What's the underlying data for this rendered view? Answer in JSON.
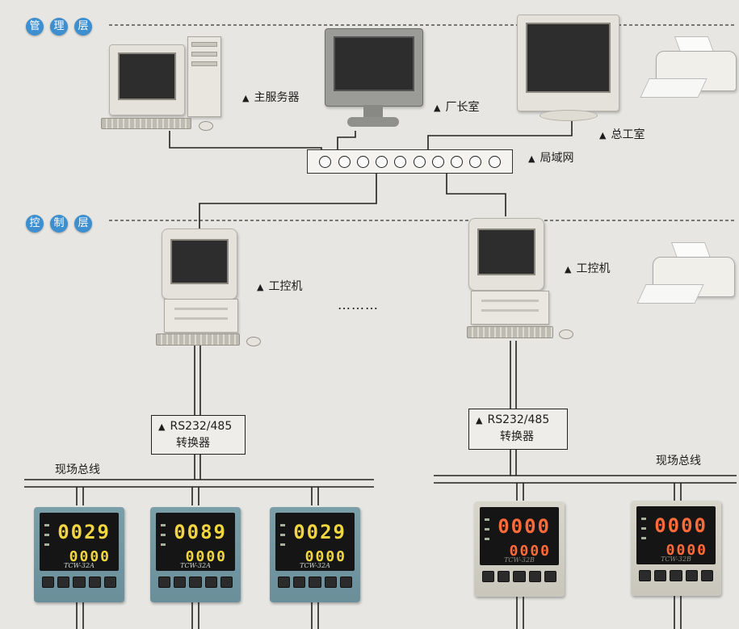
{
  "layers": {
    "management": {
      "chars": [
        "管",
        "理",
        "层"
      ]
    },
    "control": {
      "chars": [
        "控",
        "制",
        "层"
      ]
    }
  },
  "labels": {
    "main_server": "主服务器",
    "director_office": "厂长室",
    "chief_engineer_office": "总工室",
    "lan": "局域网",
    "ipc_left": "工控机",
    "ipc_right": "工控机",
    "ellipsis": "………",
    "field_bus_left": "现场总线",
    "field_bus_right": "现场总线"
  },
  "marker": "▲",
  "converters": [
    {
      "line1": "RS232/485",
      "line2": "转换器"
    },
    {
      "line1": "RS232/485",
      "line2": "转换器"
    }
  ],
  "meters": [
    {
      "style": "blue",
      "pv": "0029",
      "sv": "0000",
      "model": "TCW-32A",
      "digit_color": "#f2d640"
    },
    {
      "style": "blue",
      "pv": "0089",
      "sv": "0000",
      "model": "TCW-32A",
      "digit_color": "#f2d640"
    },
    {
      "style": "blue",
      "pv": "0029",
      "sv": "0000",
      "model": "TCW-32A",
      "digit_color": "#f2d640"
    },
    {
      "style": "grey",
      "pv": "0000",
      "sv": "0000",
      "model": "TCW-32B",
      "digit_color": "#ff6a3a"
    },
    {
      "style": "grey",
      "pv": "0000",
      "sv": "0000",
      "model": "TCW-32B",
      "digit_color": "#ff6a3a"
    }
  ],
  "colors": {
    "layer_badge": "#3d8fd0",
    "background": "#e7e6e2",
    "wire": "#222222"
  }
}
